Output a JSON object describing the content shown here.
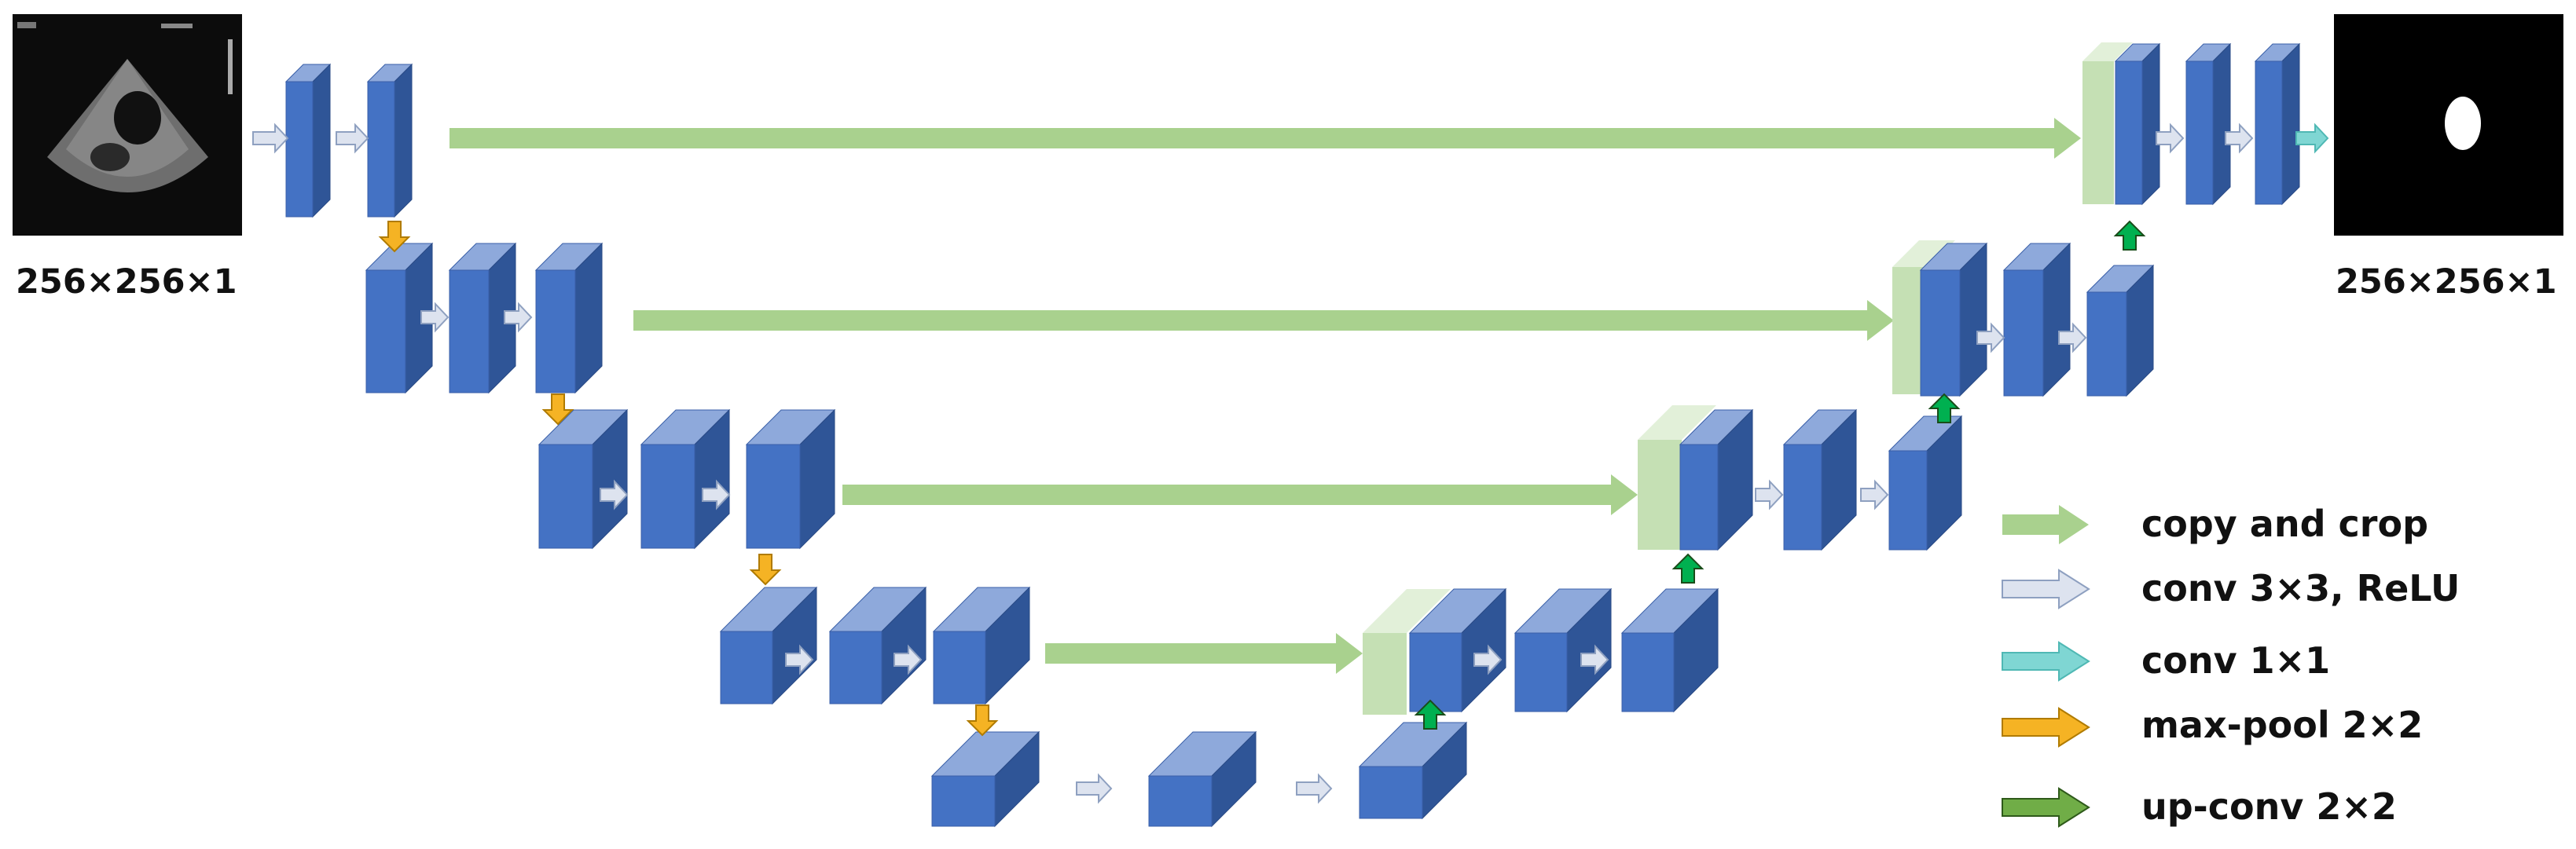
{
  "input": {
    "size_label": "256×256×1"
  },
  "output": {
    "size_label": "256×256×1"
  },
  "legend": {
    "copy": "copy and crop",
    "conv3": "conv 3×3, ReLU",
    "conv1": "conv 1×1",
    "pool": "max-pool 2×2",
    "upconv": "up-conv 2×2"
  },
  "colors": {
    "block_front": "#4472c4",
    "block_top": "#8ea9db",
    "block_side": "#2f5597",
    "copy_arrow": "#a9d18e",
    "conv_arrow": "#dde3ef",
    "conv1_arrow": "#7fd6d3",
    "pool_arrow": "#f5b324",
    "upconv_arrow": "#00b050",
    "legend_upconv": "#70ad47"
  }
}
